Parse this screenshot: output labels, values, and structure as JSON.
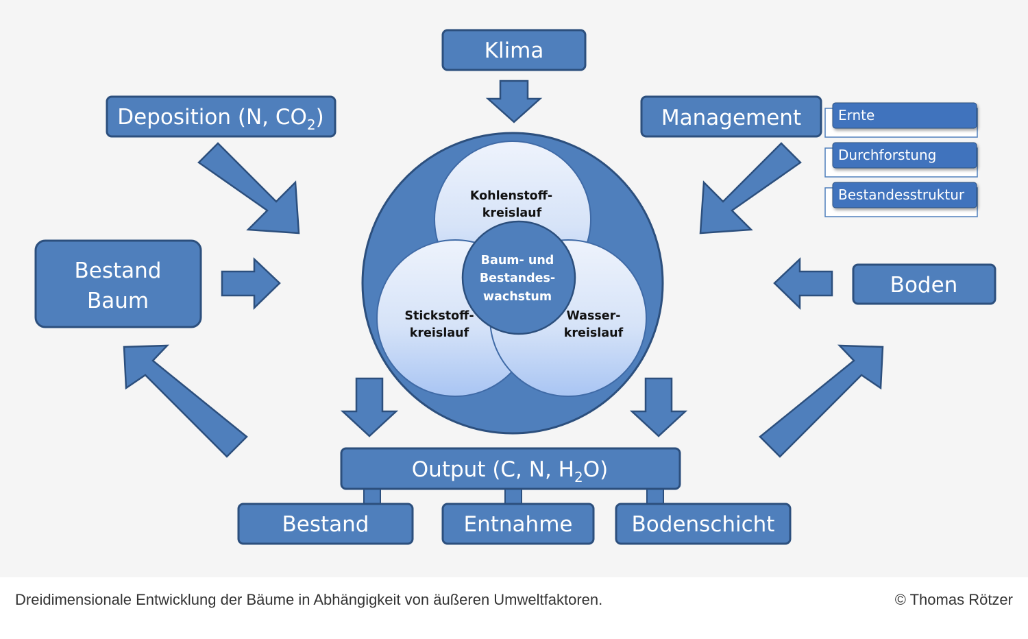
{
  "diagram": {
    "klima": "Klima",
    "deposition": {
      "main": "Deposition (N, CO",
      "sub": "2",
      "end": ")"
    },
    "management": "Management",
    "management_items": [
      "Ernte",
      "Durchforstung",
      "Bestandesstruktur"
    ],
    "bestand_baum": [
      "Bestand",
      "Baum"
    ],
    "boden": "Boden",
    "cycles": {
      "carbon": [
        "Kohlenstoff-",
        "kreislauf"
      ],
      "nitrogen": [
        "Stickstoff-",
        "kreislauf"
      ],
      "water": [
        "Wasser-",
        "kreislauf"
      ],
      "center": [
        "Baum- und",
        "Bestandes-",
        "wachstum"
      ]
    },
    "output": {
      "main": "Output (C, N, H",
      "sub": "2",
      "end": "O)"
    },
    "output_items": [
      "Bestand",
      "Entnahme",
      "Bodenschicht"
    ]
  },
  "footer": {
    "caption": "Dreidimensionale Entwicklung der Bäume in Abhängigkeit von äußeren Umweltfaktoren.",
    "copyright": "© Thomas Rötzer"
  },
  "colors": {
    "box_fill": "#4f7fbc",
    "box_border": "#2c4f7d",
    "bubble_light": "#e9f0fc",
    "bubble_dark": "#a8c4f2",
    "background": "#f5f5f5"
  }
}
